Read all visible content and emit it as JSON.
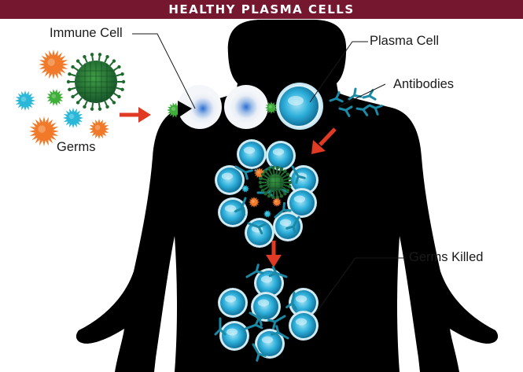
{
  "title": "HEALTHY PLASMA CELLS",
  "labels": {
    "immune_cell": "Immune Cell",
    "plasma_cell": "Plasma Cell",
    "antibodies": "Antibodies",
    "germs": "Germs",
    "germs_killed": "Germs Killed"
  },
  "colors": {
    "banner": "#74172f",
    "silhouette": "#000000",
    "arrow": "#e03a24",
    "germ_orange": "#f07a2a",
    "germ_cyan": "#2bb8d8",
    "germ_green": "#3fae3a",
    "germ_dark_green": "#1f6b2e",
    "plasma_cell": "#1e9fcf",
    "antibody": "#1b8aa6"
  }
}
